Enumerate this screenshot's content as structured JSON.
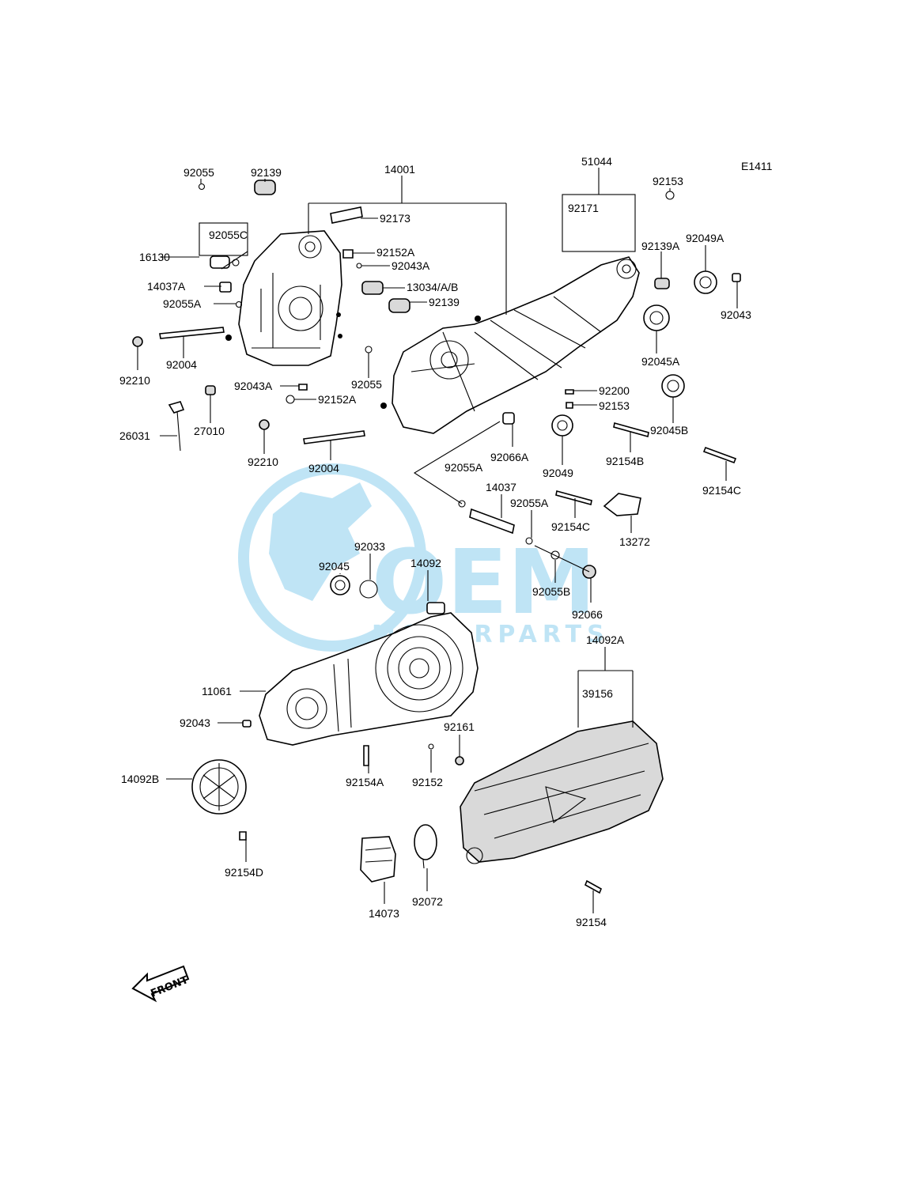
{
  "diagram_code": "E1411",
  "front_marker": "FRONT",
  "watermark": {
    "logo_text": "OEM",
    "sub_text": "MOTORPARTS",
    "brand_color": "#1ea0dc"
  },
  "labels": {
    "p92055": "92055",
    "p92139": "92139",
    "p14001": "14001",
    "p51044": "51044",
    "p92153": "92153",
    "p92173": "92173",
    "p92171": "92171",
    "p92055C": "92055C",
    "p16130": "16130",
    "p92152A": "92152A",
    "p92043A": "92043A",
    "p92139A": "92139A",
    "p92049A": "92049A",
    "p14037A": "14037A",
    "p13034": "13034/A/B",
    "p92055A": "92055A",
    "p92139b": "92139",
    "p92043": "92043",
    "p92210": "92210",
    "p92004": "92004",
    "p92055b": "92055",
    "p92045A": "92045A",
    "p92043A2": "92043A",
    "p92200": "92200",
    "p92152A2": "92152A",
    "p92153b": "92153",
    "p92045B": "92045B",
    "p26031": "26031",
    "p27010": "27010",
    "p92066A": "92066A",
    "p92210b": "92210",
    "p92004b": "92004",
    "p92049": "92049",
    "p92154B": "92154B",
    "p92055A2": "92055A",
    "p14037": "14037",
    "p92154C": "92154C",
    "p92055A3": "92055A",
    "p92154C2": "92154C",
    "p13272": "13272",
    "p92033": "92033",
    "p92045": "92045",
    "p14092": "14092",
    "p92055B": "92055B",
    "p92066": "92066",
    "p14092A": "14092A",
    "p39156": "39156",
    "p11061": "11061",
    "p92043b": "92043",
    "p92161": "92161",
    "p92154A": "92154A",
    "p92152": "92152",
    "p14092B": "14092B",
    "p92154D": "92154D",
    "p14073": "14073",
    "p92072": "92072",
    "p92154": "92154"
  }
}
